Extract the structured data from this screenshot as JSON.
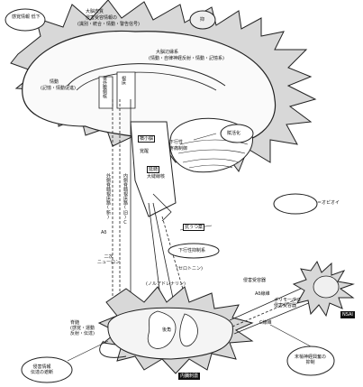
{
  "labels": {
    "ellipse_top_left": "感覚情報\n低下",
    "top_center_1": "大脳皮質",
    "top_center_2": "侵害受容情報の",
    "top_center_3": "(識別・統合・情動・警告信号)",
    "top_right_ellipse": "抑",
    "limbic_1": "大脳辺縁系",
    "limbic_2": "(情動・自律神経反射・情動・記憶系)",
    "left_brain_1": "情動",
    "left_brain_2": "(記憶・情動促進)",
    "thalamus_v": "後外腹側核",
    "thalamus_v2": "視床",
    "right_ellipse_mid": "賦活化",
    "brainstem_1": "橋小脳",
    "brainstem_2": "覚醒",
    "brainstem_3": "下行性",
    "brainstem_4": "疼痛制御",
    "brainstem_5": "延髄",
    "brainstem_6": "大縫線核",
    "left_vertical": "外側脊髄視床路(新)",
    "mid_vertical": "内側脊髄視床路(旧)C",
    "ad_fiber": "Aδ",
    "second_neuron": "二次\nニューロン",
    "antidepressant": "抗うつ薬",
    "descending_inhibit": "下行性抑制系",
    "serotonin": "(セロトニン)",
    "noradrenaline": "(ノルアドレナリン)",
    "opioid": "＝オピオイ",
    "polymodal": "ポリモーダル\n侵害受容器",
    "spinal_1": "C線維",
    "spinal_2": "Aδ線維",
    "spinal_3": "侵害受容器",
    "nsaid": "NSAI",
    "peripheral_box": "末梢神経興奮の\n抑制",
    "bottom_left_1": "脊髄\n(感覚・運動\n反射・伝達)",
    "bottom_left_ellipse": "侵害情報\n伝達の遮断",
    "bottom_label": "内臓刺激",
    "dorsal_horn": "後角"
  }
}
